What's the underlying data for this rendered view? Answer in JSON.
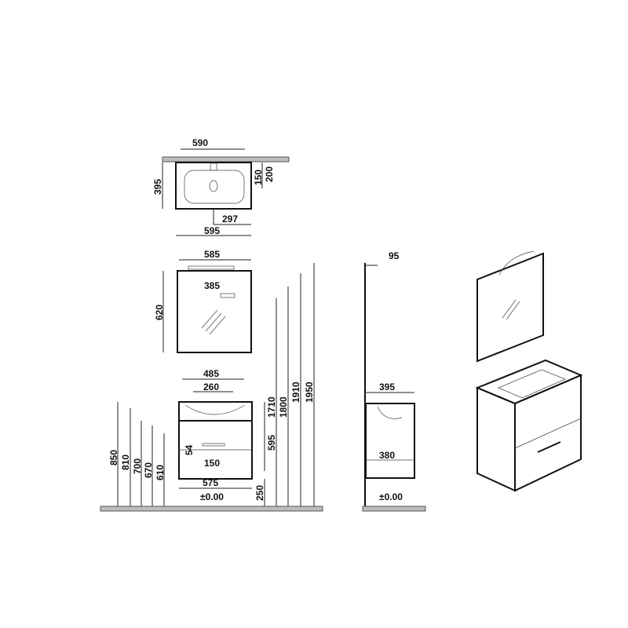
{
  "top_view": {
    "width_overall": "590",
    "depth": "395",
    "offset_150": "150",
    "offset_200": "200",
    "tap_offset": "297",
    "width_basin": "595"
  },
  "mirror_front": {
    "width": "585",
    "light_span": "385",
    "height": "620"
  },
  "cabinet_front": {
    "top_width": "485",
    "bowl_width": "260",
    "drawer_gap": "54",
    "handle_width": "150",
    "base_width": "575",
    "level": "±0.00",
    "heights": [
      "850",
      "810",
      "700",
      "670",
      "610"
    ],
    "right_heights": [
      "250",
      "595",
      "1710",
      "1800",
      "1910",
      "1950"
    ]
  },
  "side_view": {
    "mirror_depth": "95",
    "cabinet_depth": "395",
    "inner_depth": "380",
    "level": "±0.00"
  }
}
